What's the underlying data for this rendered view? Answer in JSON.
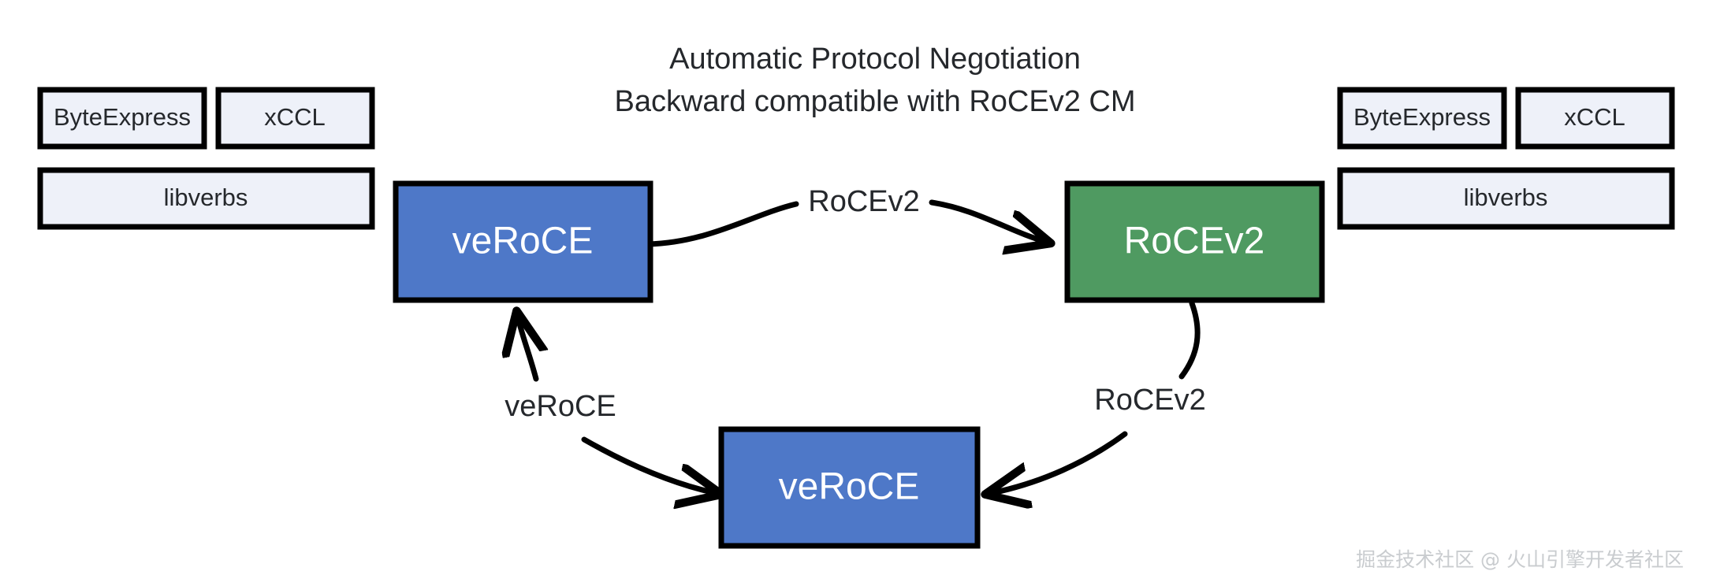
{
  "title": {
    "line1": "Automatic Protocol Negotiation",
    "line2": "Backward compatible with RoCEv2 CM"
  },
  "left_stack": {
    "byteexpress": "ByteExpress",
    "xccl": "xCCL",
    "libverbs": "libverbs"
  },
  "right_stack": {
    "byteexpress": "ByteExpress",
    "xccl": "xCCL",
    "libverbs": "libverbs"
  },
  "nodes": {
    "top_left": "veRoCE",
    "top_right": "RoCEv2",
    "bottom": "veRoCE"
  },
  "edges": {
    "top": "RoCEv2",
    "left": "veRoCE",
    "right": "RoCEv2"
  },
  "watermark": "掘金技术社区 @ 火山引擎开发者社区",
  "colors": {
    "blue": "#4e78c8",
    "green": "#4f9a61",
    "light": "#eef1f9",
    "border": "#000000",
    "text": "#25282c",
    "watermark": "#c9cccf"
  }
}
